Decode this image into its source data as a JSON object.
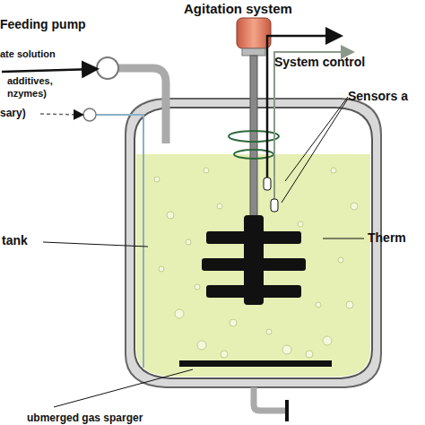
{
  "diagram": {
    "labels": [
      "Agitation system",
      "Feeding pump",
      "ate solution",
      "additives,",
      "nzymes)",
      "sary)",
      "System control",
      "Sensors a",
      "tank",
      "Therm",
      "ubmerged gas sparger"
    ]
  }
}
